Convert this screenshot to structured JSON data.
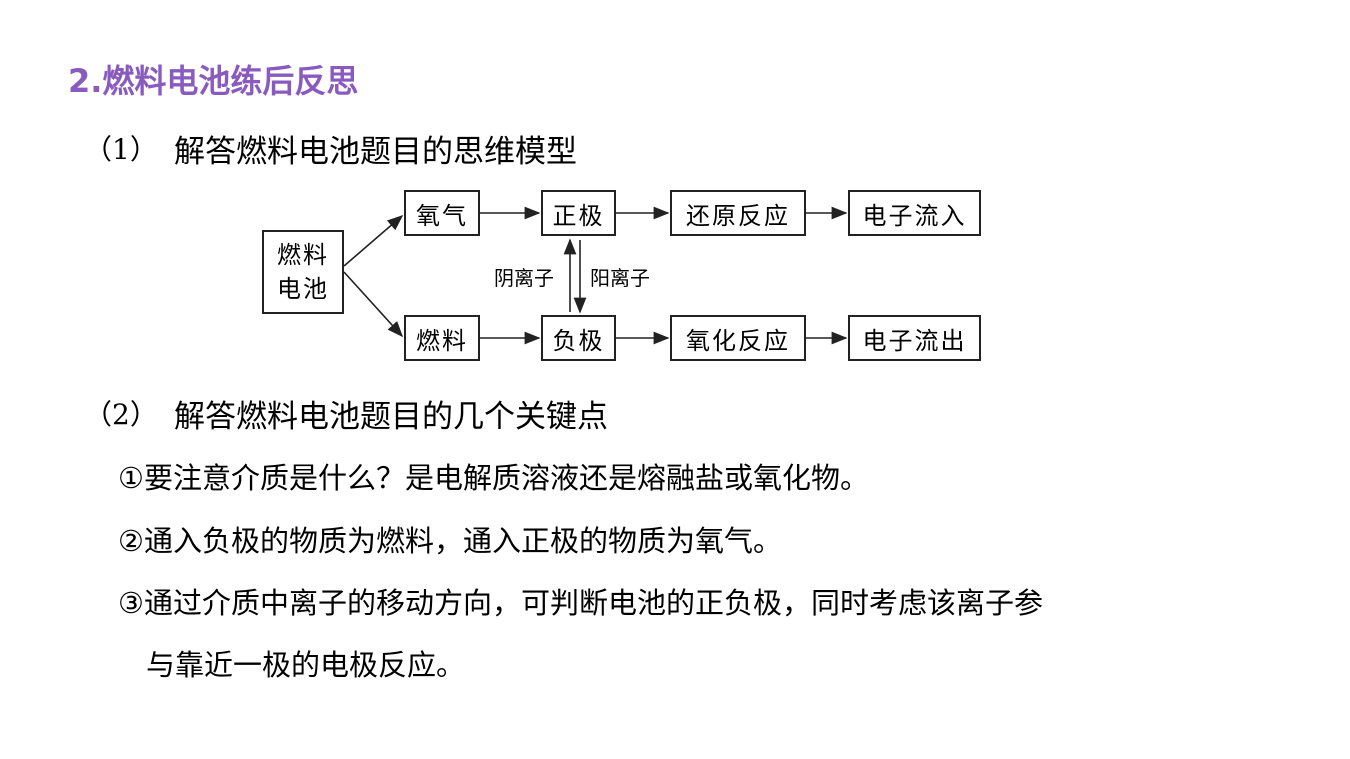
{
  "title": "2.燃料电池练后反思",
  "section1": {
    "num": "（1）",
    "text": "解答燃料电池题目的思维模型"
  },
  "diagram": {
    "source_line1": "燃料",
    "source_line2": "电池",
    "top_row": [
      "氧气",
      "正极",
      "还原反应",
      "电子流入"
    ],
    "bottom_row": [
      "燃料",
      "负极",
      "氧化反应",
      "电子流出"
    ],
    "anion_label": "阴离子",
    "cation_label": "阳离子"
  },
  "section2": {
    "num": "（2）",
    "text": "解答燃料电池题目的几个关键点"
  },
  "points": [
    "①要注意介质是什么？是电解质溶液还是熔融盐或氧化物。",
    "②通入负极的物质为燃料，通入正极的物质为氧气。",
    "③通过介质中离子的移动方向，可判断电池的正负极，同时考虑该离子参",
    "与靠近一极的电极反应。"
  ]
}
